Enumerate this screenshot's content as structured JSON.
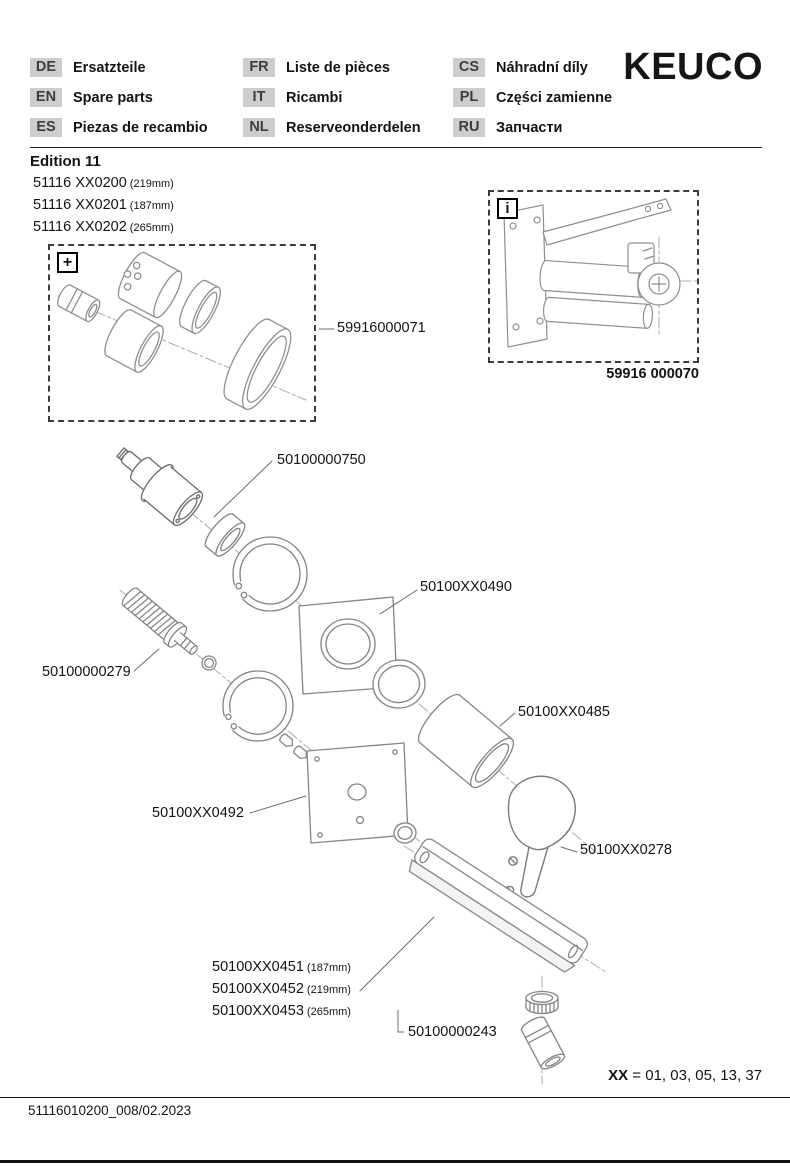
{
  "header": {
    "logo": "KEUCO",
    "languages": [
      {
        "code": "DE",
        "label": "Ersatzteile"
      },
      {
        "code": "EN",
        "label": "Spare parts"
      },
      {
        "code": "ES",
        "label": "Piezas de recambio"
      },
      {
        "code": "FR",
        "label": "Liste de pièces"
      },
      {
        "code": "IT",
        "label": "Ricambi"
      },
      {
        "code": "NL",
        "label": "Reserveonderdelen"
      },
      {
        "code": "CS",
        "label": "Náhradní díly"
      },
      {
        "code": "PL",
        "label": "Części zamienne"
      },
      {
        "code": "RU",
        "label": "Запчасти"
      }
    ]
  },
  "product": {
    "edition": "Edition 11",
    "models": [
      {
        "number": "51116 XX0200",
        "size": "(219mm)"
      },
      {
        "number": "51116 XX0201",
        "size": "(187mm)"
      },
      {
        "number": "51116 XX0202",
        "size": "(265mm)"
      }
    ]
  },
  "boxes": {
    "extension": {
      "icon": "+",
      "part_number": "59916000071"
    },
    "rough_in": {
      "icon": "i",
      "part_number": "59916 000070"
    }
  },
  "parts": {
    "cartridge": "50100000750",
    "escutcheon_upper": "50100XX0490",
    "spindle": "50100000279",
    "sleeve": "50100XX0485",
    "escutcheon_lower": "50100XX0492",
    "handle": "50100XX0278",
    "spouts": [
      {
        "number": "50100XX0451",
        "size": "(187mm)"
      },
      {
        "number": "50100XX0452",
        "size": "(219mm)"
      },
      {
        "number": "50100XX0453",
        "size": "(265mm)"
      }
    ],
    "aerator": "50100000243"
  },
  "legend": {
    "variable": "XX",
    "values": " = 01, 03, 05, 13, 37"
  },
  "footer": {
    "document_id": "51116010200_008/02.2023"
  },
  "style": {
    "badge_bg": "#cdcdcd",
    "line_art": "#8f8f8f"
  }
}
